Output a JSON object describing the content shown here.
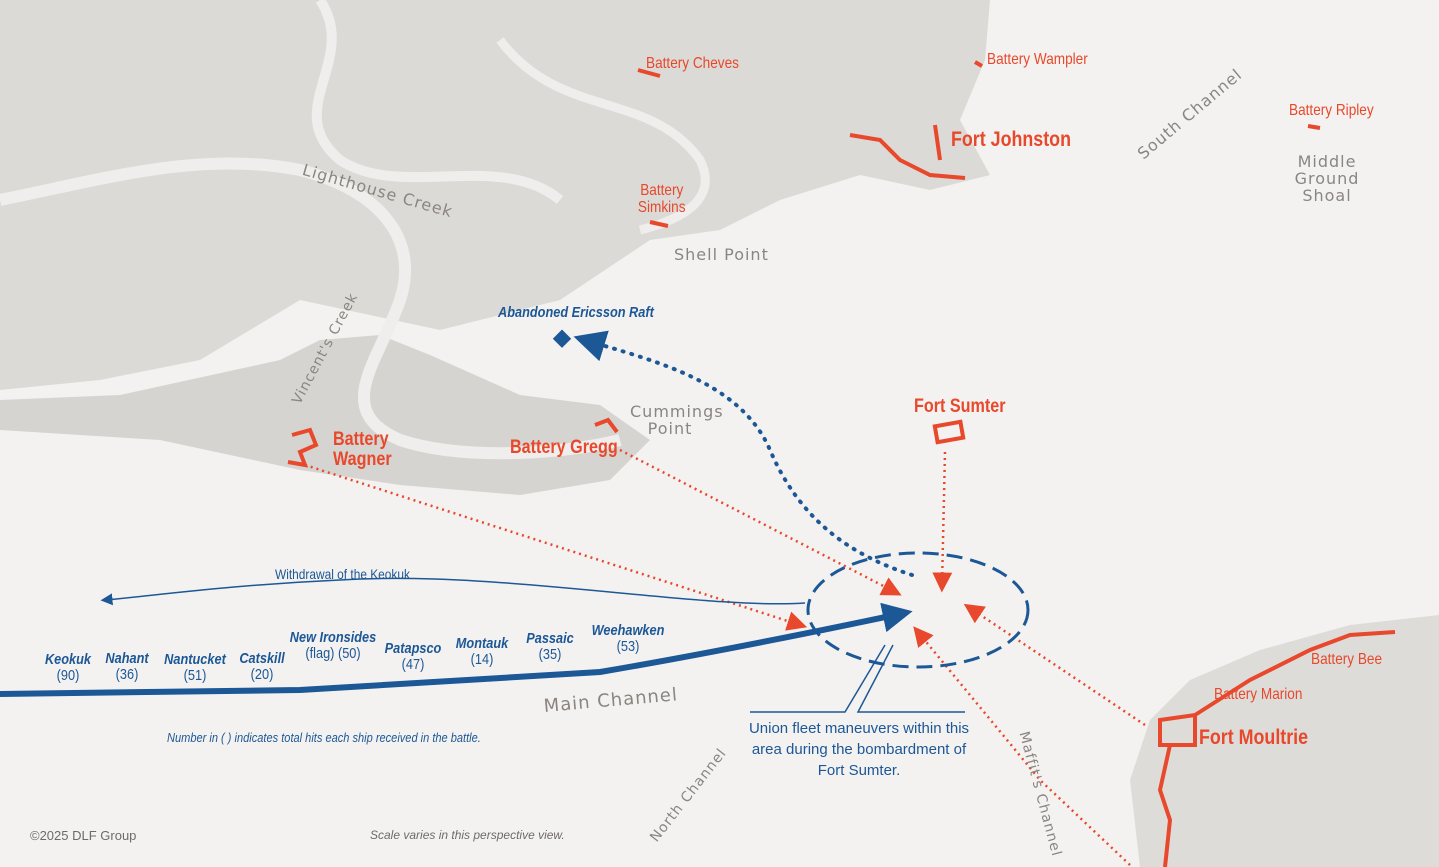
{
  "forts": {
    "battery_cheves": "Battery Cheves",
    "battery_wampler": "Battery Wampler",
    "fort_johnston": "Fort Johnston",
    "battery_ripley": "Battery Ripley",
    "battery_simkins": "Battery Simkins",
    "battery_wagner": "Battery Wagner",
    "battery_gregg": "Battery Gregg",
    "fort_sumter": "Fort Sumter",
    "battery_bee": "Battery Bee",
    "battery_marion": "Battery Marion",
    "fort_moultrie": "Fort Moultrie"
  },
  "geography": {
    "south_channel": "South Channel",
    "middle_ground_shoal": "Middle Ground Shoal",
    "lighthouse_creek": "Lighthouse Creek",
    "shell_point": "Shell Point",
    "vincents_creek": "Vincent's Creek",
    "cummings_point": "Cummings Point",
    "main_channel": "Main Channel",
    "north_channel": "North Channel",
    "maffits_channel": "Maffit's Channel"
  },
  "annotations": {
    "ericsson_raft": "Abandoned Ericsson Raft",
    "keokuk_withdrawal": "Withdrawal of the Keokuk",
    "fleet_area": "Union fleet maneuvers within this area during the bombardment of Fort Sumter.",
    "hits_note": "Number in ( ) indicates total hits each ship received in the battle.",
    "copyright": "©2025 DLF Group",
    "scale_note": "Scale varies in this perspective view."
  },
  "ships": [
    {
      "name": "Keokuk",
      "hits": "(90)"
    },
    {
      "name": "Nahant",
      "hits": "(36)"
    },
    {
      "name": "Nantucket",
      "hits": "(51)"
    },
    {
      "name": "Catskill",
      "hits": "(20)"
    },
    {
      "name": "New Ironsides",
      "hits": "(flag) (50)"
    },
    {
      "name": "Patapsco",
      "hits": "(47)"
    },
    {
      "name": "Montauk",
      "hits": "(14)"
    },
    {
      "name": "Passaic",
      "hits": "(35)"
    },
    {
      "name": "Weehawken",
      "hits": "(53)"
    }
  ],
  "colors": {
    "confederate": "#e8482b",
    "union": "#1c5796",
    "land": "#dcdad7",
    "water": "#f4f2f0"
  }
}
